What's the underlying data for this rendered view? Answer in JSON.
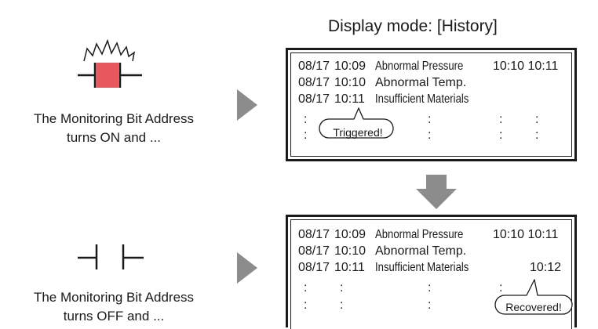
{
  "title": "Display mode: [History]",
  "captions": {
    "on_line1": "The Monitoring Bit Address",
    "on_line2": "turns ON and ...",
    "off_line1": "The Monitoring Bit Address",
    "off_line2": "turns OFF and ..."
  },
  "top_screen": {
    "rows": [
      {
        "date": "08/17",
        "time": "10:09",
        "message": "Abnormal Pressure",
        "extra": "10:10 10:11"
      },
      {
        "date": "08/17",
        "time": "10:10",
        "message": "Abnormal Temp.",
        "extra": ""
      },
      {
        "date": "08/17",
        "time": "10:11",
        "message": "Insufficient Materials",
        "extra": ""
      }
    ],
    "callout": "Triggered!"
  },
  "bottom_screen": {
    "rows": [
      {
        "date": "08/17",
        "time": "10:09",
        "message": "Abnormal Pressure",
        "extra": "10:10 10:11"
      },
      {
        "date": "08/17",
        "time": "10:10",
        "message": "Abnormal Temp.",
        "extra": ""
      },
      {
        "date": "08/17",
        "time": "10:11",
        "message": "Insufficient Materials",
        "extra": "10:12"
      }
    ],
    "callout": "Recovered!"
  },
  "dots": ":",
  "colors": {
    "lamp_on": "#e8565e",
    "arrow": "#8c8c8c",
    "line": "#1a1a1a"
  },
  "icons": {
    "contact_on": "contact-on-lamp-icon",
    "contact_off": "contact-off-icon",
    "arrow_right": "arrow-right-icon",
    "arrow_down": "arrow-down-icon"
  }
}
